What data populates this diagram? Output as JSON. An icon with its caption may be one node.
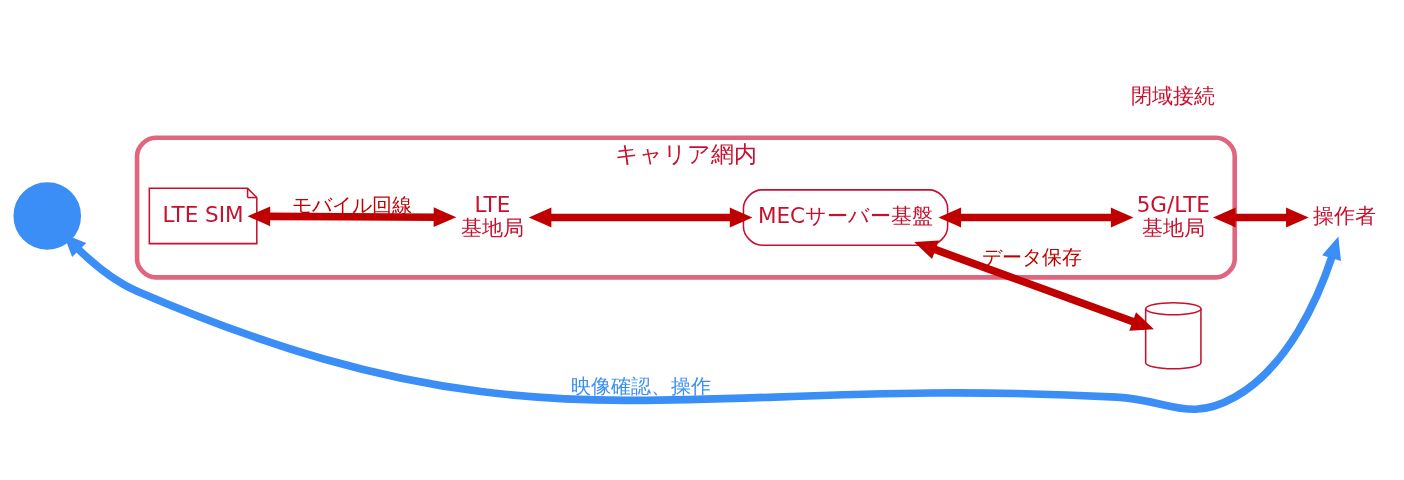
{
  "diagram": {
    "nodes": [
      {
        "text": [
          "キャリア網内"
        ]
      },
      {
        "text": [],
        "shape": "drone"
      },
      {
        "text": [
          "LTE SIM"
        ],
        "in": 0
      },
      {
        "text": [
          "LTE",
          "基地局"
        ],
        "in": 0
      },
      {
        "text": [
          "MECサーバー基盤"
        ],
        "in": 0
      },
      {
        "text": [
          "5G/LTE",
          "基地局"
        ],
        "in": 0
      },
      {
        "text": [
          "操作者"
        ]
      },
      {
        "text": [],
        "shape": "cylinder"
      }
    ],
    "edges": [
      {
        "from": 1,
        "to": 6,
        "arrow": "both",
        "label": "映像確認、操作",
        "color": "#3a8ef6"
      },
      {
        "from": 2,
        "to": 3,
        "arrow": "both",
        "label": "モバイル回線"
      },
      {
        "from": 3,
        "to": 4,
        "arrow": "both"
      },
      {
        "from": 4,
        "to": 5,
        "arrow": "both"
      },
      {
        "from": 5,
        "to": 6,
        "arrow": "both"
      },
      {
        "from": 4,
        "to": 7,
        "arrow": "both",
        "label": "データ保存"
      }
    ],
    "labels": [
      "閉域接続"
    ]
  }
}
